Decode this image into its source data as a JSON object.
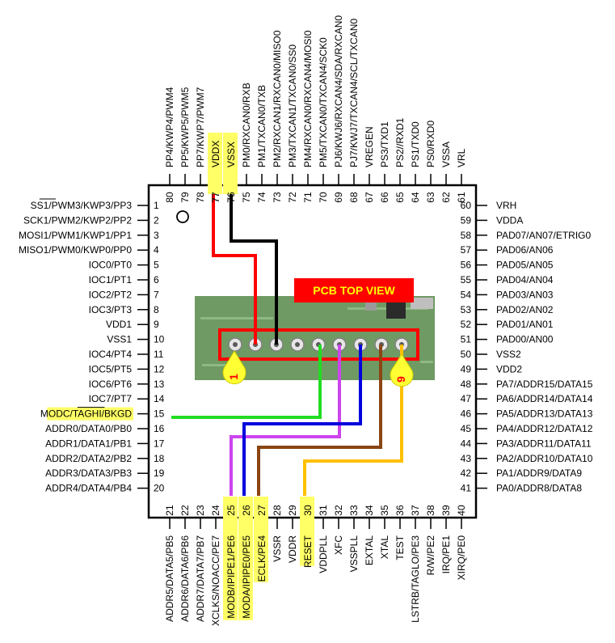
{
  "colors": {
    "chip_outline": "#000000",
    "highlight": "#ffff66",
    "pcb_green": "#6f9a63",
    "box_red": "#ff0000",
    "banner_red": "#ff0000",
    "banner_text": "#ffff00",
    "pin1_marker": "#ffff33",
    "wire_vddx": "#ff0000",
    "wire_vssx": "#000000",
    "wire_modc": "#22dd22",
    "wire_moda": "#0000dd",
    "wire_modb": "#cc44ee",
    "wire_eclk": "#8b4513",
    "wire_reset": "#ffc000"
  },
  "pcb": {
    "banner_label": "PCB TOP VIEW",
    "marker_1_label": "1",
    "marker_9_label": "9"
  },
  "left_pins": [
    {
      "num": "1",
      "label": "SS1/PWM3/KWP3/PP3",
      "overline": "SS1"
    },
    {
      "num": "2",
      "label": "SCK1/PWM2/KWP2/PP2"
    },
    {
      "num": "3",
      "label": "MOSI1/PWM1/KWP1/PP1"
    },
    {
      "num": "4",
      "label": "MISO1/PWM0/KWP0/PP0"
    },
    {
      "num": "5",
      "label": "IOC0/PT0"
    },
    {
      "num": "6",
      "label": "IOC1/PT1"
    },
    {
      "num": "7",
      "label": "IOC2/PT2"
    },
    {
      "num": "8",
      "label": "IOC3/PT3"
    },
    {
      "num": "9",
      "label": "VDD1"
    },
    {
      "num": "10",
      "label": "VSS1"
    },
    {
      "num": "11",
      "label": "IOC4/PT4"
    },
    {
      "num": "12",
      "label": "IOC5/PT5"
    },
    {
      "num": "13",
      "label": "IOC6/PT6"
    },
    {
      "num": "14",
      "label": "IOC7/PT7"
    },
    {
      "num": "15",
      "label": "MODC/TAGHI/BKGD",
      "highlight": true,
      "overline": "TAGHI"
    },
    {
      "num": "16",
      "label": "ADDR0/DATA0/PB0"
    },
    {
      "num": "17",
      "label": "ADDR1/DATA1/PB1"
    },
    {
      "num": "18",
      "label": "ADDR2/DATA2/PB2"
    },
    {
      "num": "19",
      "label": "ADDR3/DATA3/PB3"
    },
    {
      "num": "20",
      "label": "ADDR4/DATA4/PB4"
    }
  ],
  "right_pins": [
    {
      "num": "60",
      "label": "VRH"
    },
    {
      "num": "59",
      "label": "VDDA"
    },
    {
      "num": "58",
      "label": "PAD07/AN07/ETRIG0"
    },
    {
      "num": "57",
      "label": "PAD06/AN06"
    },
    {
      "num": "56",
      "label": "PAD05/AN05"
    },
    {
      "num": "55",
      "label": "PAD04/AN04"
    },
    {
      "num": "54",
      "label": "PAD03/AN03"
    },
    {
      "num": "53",
      "label": "PAD02/AN02"
    },
    {
      "num": "52",
      "label": "PAD01/AN01"
    },
    {
      "num": "51",
      "label": "PAD00/AN00"
    },
    {
      "num": "50",
      "label": "VSS2"
    },
    {
      "num": "49",
      "label": "VDD2"
    },
    {
      "num": "48",
      "label": "PA7/ADDR15/DATA15"
    },
    {
      "num": "47",
      "label": "PA6/ADDR14/DATA14"
    },
    {
      "num": "46",
      "label": "PA5/ADDR13/DATA13"
    },
    {
      "num": "45",
      "label": "PA4/ADDR12/DATA12"
    },
    {
      "num": "44",
      "label": "PA3/ADDR11/DATA11"
    },
    {
      "num": "43",
      "label": "PA2/ADDR10/DATA10"
    },
    {
      "num": "42",
      "label": "PA1/ADDR9/DATA9"
    },
    {
      "num": "41",
      "label": "PA0/ADDR8/DATA8"
    }
  ],
  "top_pins": [
    {
      "num": "80",
      "label": "PP4/KWP4/PWM4"
    },
    {
      "num": "79",
      "label": "PP5/KWP5/PWM5"
    },
    {
      "num": "78",
      "label": "PP7/KWP7/PWM7"
    },
    {
      "num": "77",
      "label": "VDDX",
      "highlight": true
    },
    {
      "num": "76",
      "label": "VSSX",
      "highlight": true
    },
    {
      "num": "75",
      "label": "PM0/RXCAN0/RXB"
    },
    {
      "num": "74",
      "label": "PM1/TXCAN0/TXB"
    },
    {
      "num": "73",
      "label": "PM2/RXCAN1/RXCAN0/MISO0"
    },
    {
      "num": "72",
      "label": "PM3/TXCAN1/TXCAN0/SS0",
      "overline": "SS0"
    },
    {
      "num": "71",
      "label": "PM4/RXCAN0/RXCAN4/MOSI0"
    },
    {
      "num": "70",
      "label": "PM5/TXCAN0/TXCAN4/SCK0"
    },
    {
      "num": "69",
      "label": "PJ6/KWJ6/RXCAN4/SDA/RXCAN0"
    },
    {
      "num": "68",
      "label": "PJ7/KWJ7/TXCAN4/SCL/TXCAN0"
    },
    {
      "num": "67",
      "label": "VREGEN"
    },
    {
      "num": "66",
      "label": "PS3/TXD1"
    },
    {
      "num": "65",
      "label": "PS2//RXD1"
    },
    {
      "num": "64",
      "label": "PS1/TXD0"
    },
    {
      "num": "63",
      "label": "PS0/RXD0"
    },
    {
      "num": "62",
      "label": "VSSA"
    },
    {
      "num": "61",
      "label": "VRL"
    }
  ],
  "bottom_pins": [
    {
      "num": "21",
      "label": "ADDR5/DATA5/PB5"
    },
    {
      "num": "22",
      "label": "ADDR6/DATA6/PB6"
    },
    {
      "num": "23",
      "label": "ADDR7/DATA7/PB7"
    },
    {
      "num": "24",
      "label": "XCLKS/NOACC/PE7",
      "overline": "XCLKS"
    },
    {
      "num": "25",
      "label": "MODB/IPIPE1/PE6",
      "highlight": true
    },
    {
      "num": "26",
      "label": "MODA/IPIPE0/PE5",
      "highlight": true
    },
    {
      "num": "27",
      "label": "ECLK/PE4",
      "highlight": true
    },
    {
      "num": "28",
      "label": "VSSR"
    },
    {
      "num": "29",
      "label": "VDDR"
    },
    {
      "num": "30",
      "label": "RESET",
      "highlight": true,
      "overline": "RESET"
    },
    {
      "num": "31",
      "label": "VDDPLL"
    },
    {
      "num": "32",
      "label": "XFC"
    },
    {
      "num": "33",
      "label": "VSSPLL"
    },
    {
      "num": "34",
      "label": "EXTAL"
    },
    {
      "num": "35",
      "label": "XTAL"
    },
    {
      "num": "36",
      "label": "TEST"
    },
    {
      "num": "37",
      "label": "LSTRB/TAGLO/PE3",
      "overline": "LSTRB/TAGLO"
    },
    {
      "num": "38",
      "label": "R/W/PE2",
      "overline_part": "W"
    },
    {
      "num": "39",
      "label": "IRQ/PE1",
      "overline": "IRQ"
    },
    {
      "num": "40",
      "label": "XIRQ/PE0",
      "overline": "XIRQ"
    }
  ]
}
